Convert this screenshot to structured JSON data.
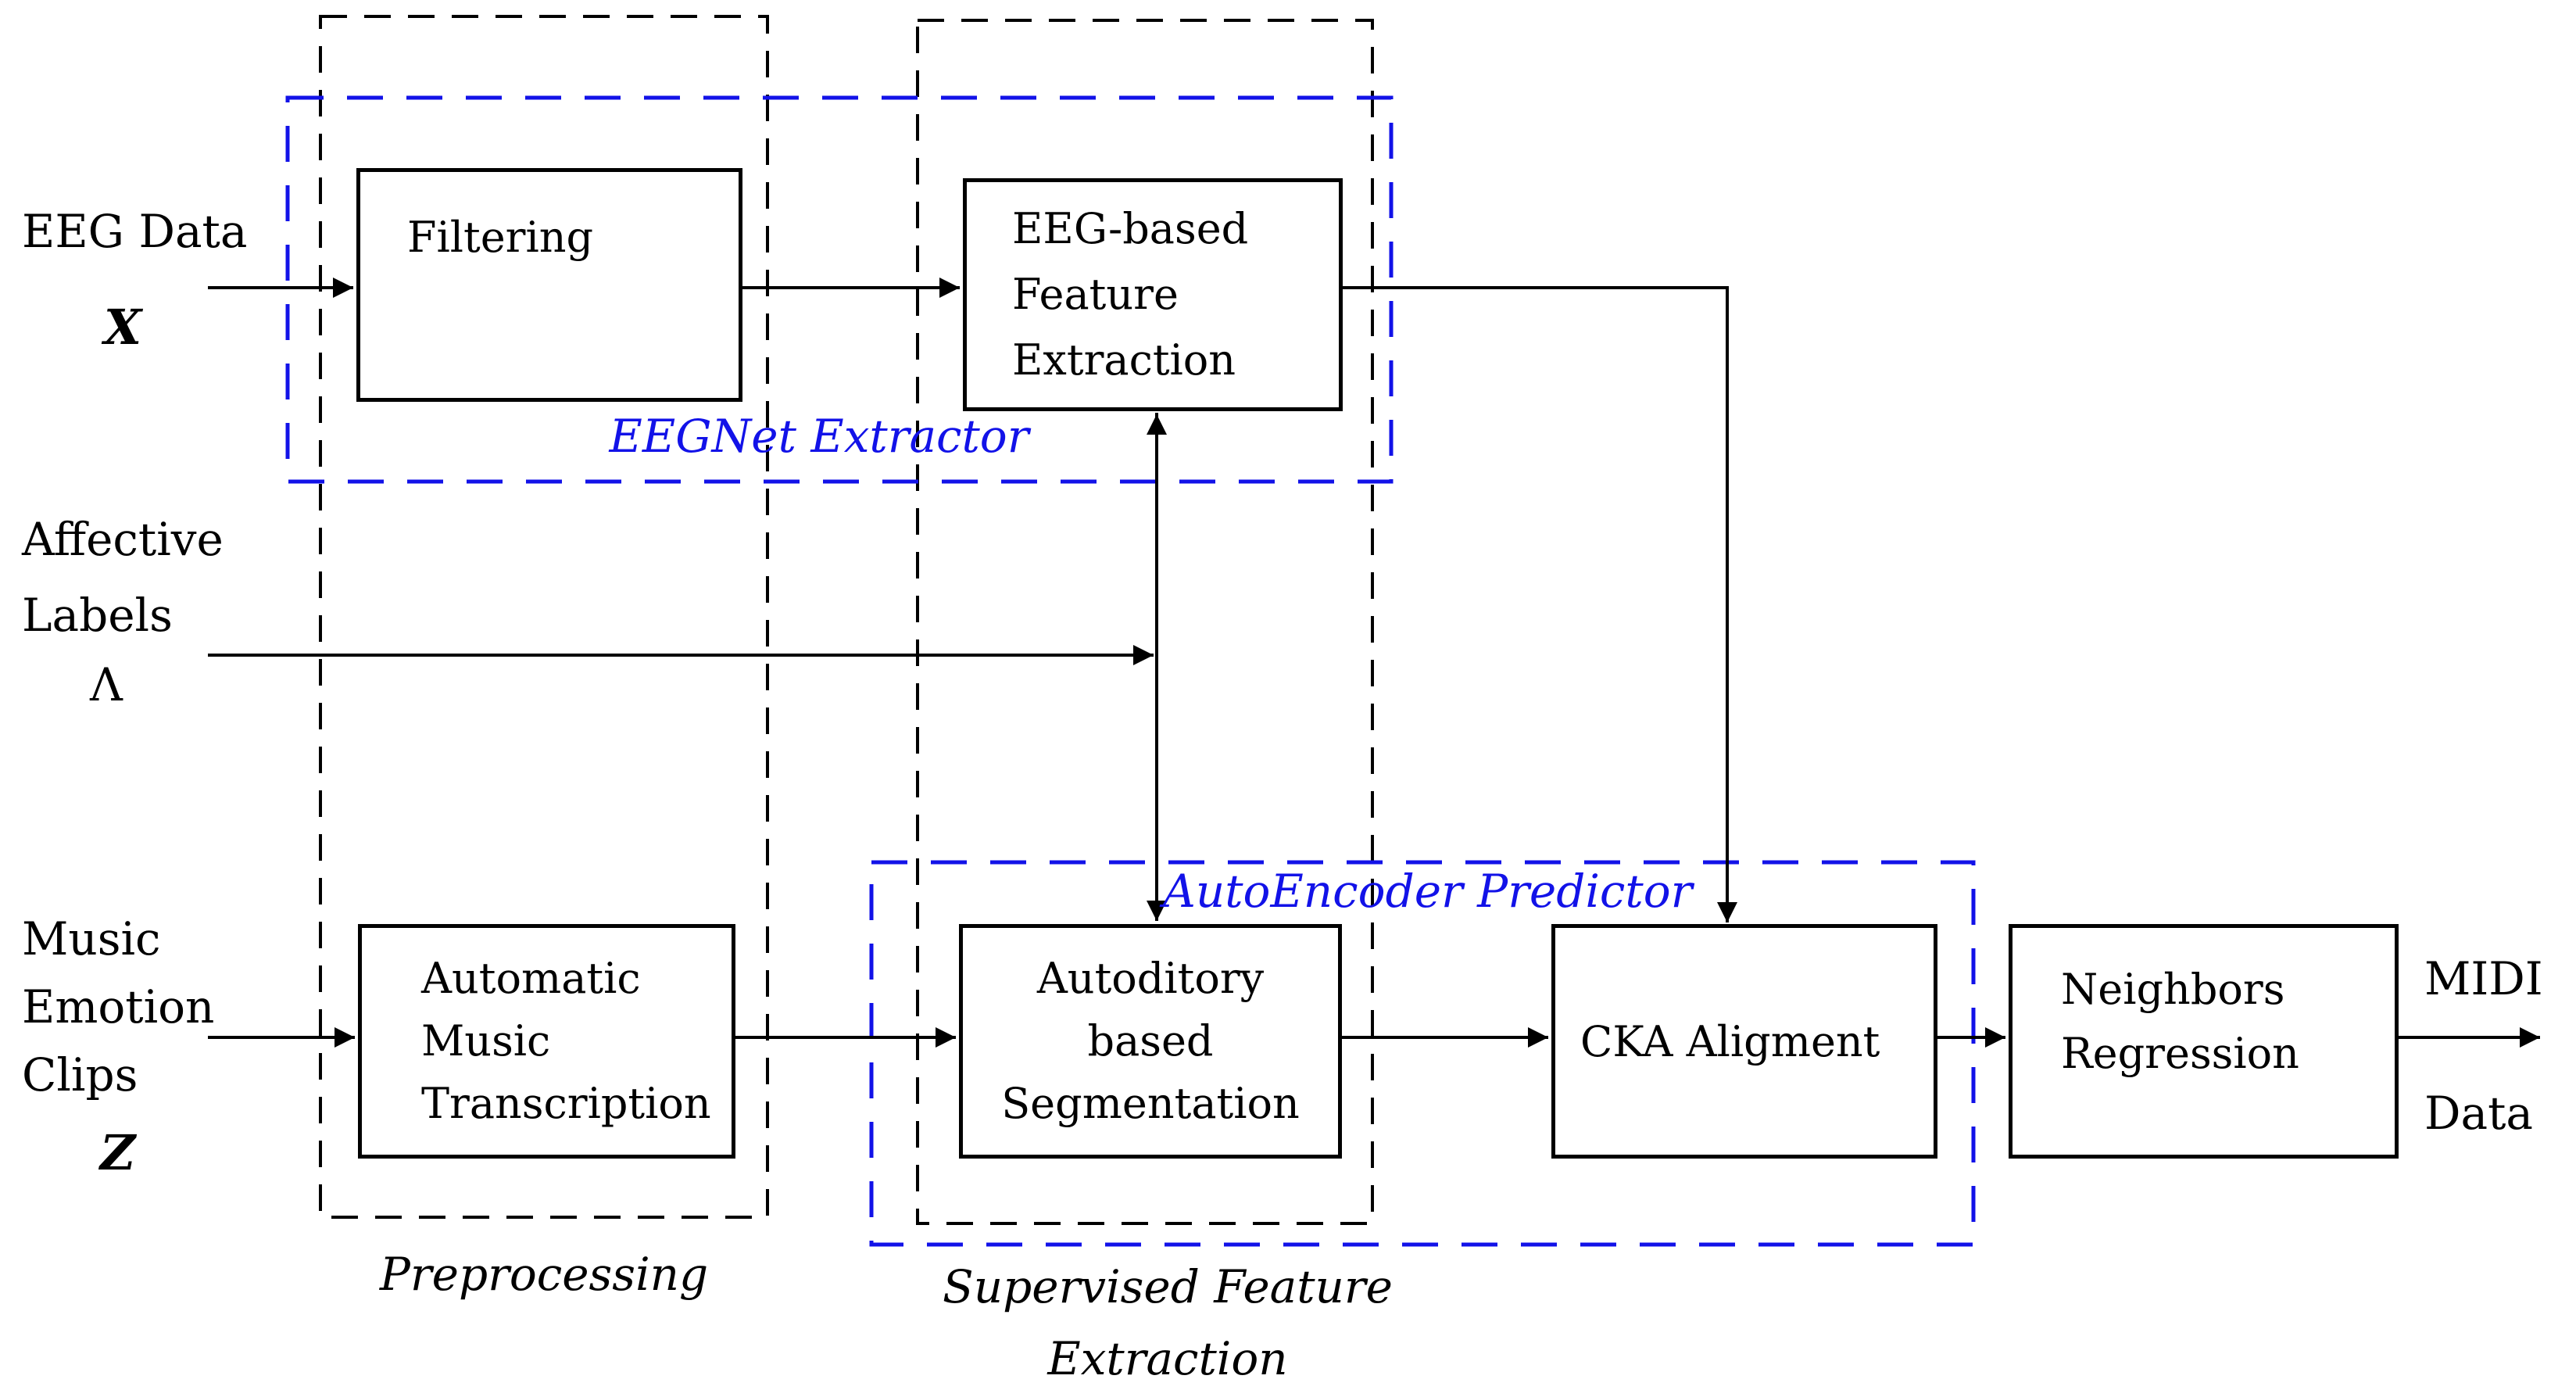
{
  "title": "EEG-to-MIDI processing pipeline diagram",
  "colors": {
    "line_black": "#000000",
    "group_blue": "#1212e8"
  },
  "inputs": {
    "eeg": {
      "label": "EEG Data",
      "symbol": "X"
    },
    "affective": {
      "lines": [
        "Affective",
        "Labels"
      ],
      "symbol": "Λ"
    },
    "music": {
      "lines": [
        "Music",
        "Emotion",
        "Clips"
      ],
      "symbol": "Z"
    }
  },
  "output": {
    "lines": [
      "MIDI",
      "Data"
    ]
  },
  "boxes": {
    "filtering": {
      "lines": [
        "Filtering"
      ]
    },
    "eeg_feature_extraction": {
      "lines": [
        "EEG-based",
        "Feature",
        "Extraction"
      ]
    },
    "automatic_music_transcription": {
      "lines": [
        "Automatic",
        "Music",
        "Transcription"
      ]
    },
    "auditory_segmentation": {
      "lines": [
        "Autoditory",
        "based",
        "Segmentation"
      ]
    },
    "cka_alignment": {
      "lines": [
        "CKA Aligment"
      ]
    },
    "neighbors_regression": {
      "lines": [
        "Neighbors",
        "Regression"
      ]
    }
  },
  "groups": {
    "preprocessing": {
      "label": "Preprocessing"
    },
    "supervised_feature_extraction": {
      "lines": [
        "Supervised Feature",
        "Extraction"
      ]
    },
    "eegnet_extractor": {
      "label": "EEGNet Extractor"
    },
    "autoencoder_predictor": {
      "label": "AutoEncoder Predictor"
    }
  }
}
